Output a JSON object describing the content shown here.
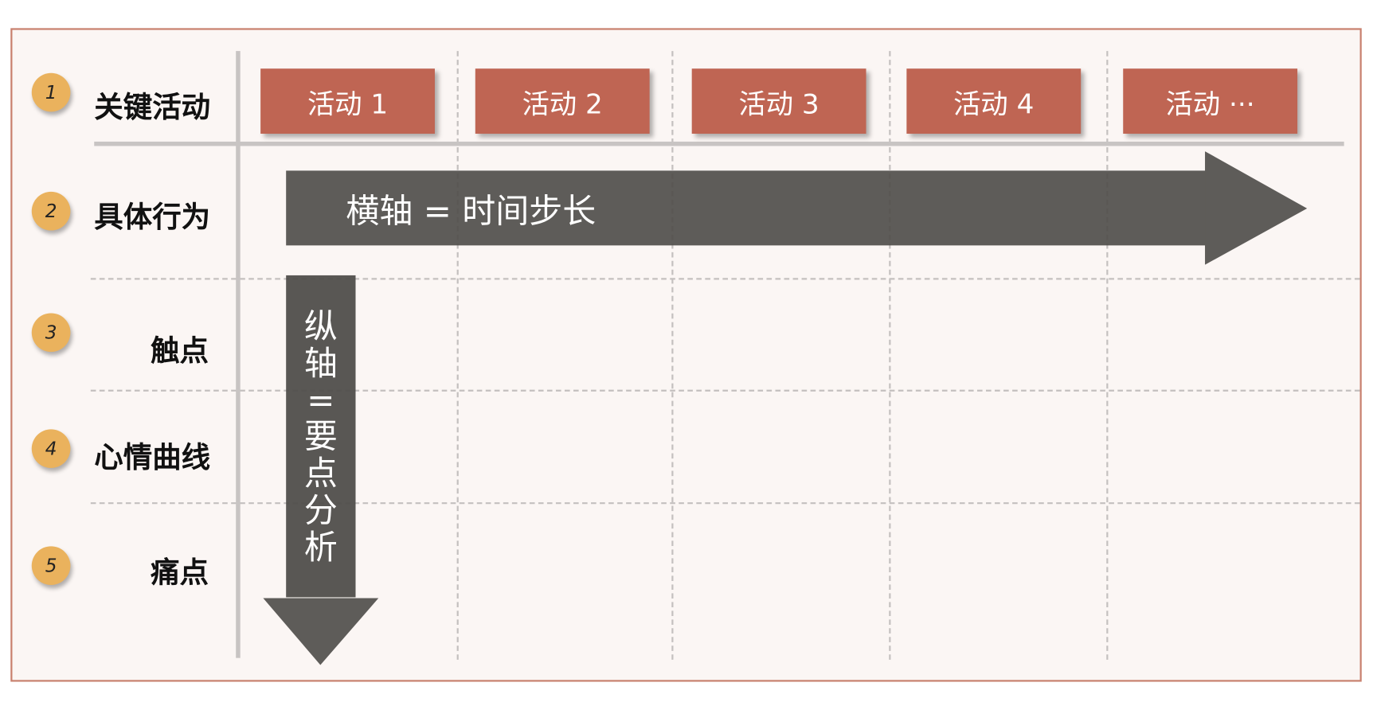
{
  "rows": [
    {
      "num": "1",
      "label": "关键活动"
    },
    {
      "num": "2",
      "label": "具体行为"
    },
    {
      "num": "3",
      "label": "触点"
    },
    {
      "num": "4",
      "label": "心情曲线"
    },
    {
      "num": "5",
      "label": "痛点"
    }
  ],
  "activities": [
    "活动 1",
    "活动 2",
    "活动 3",
    "活动 4",
    "活动 ···"
  ],
  "horizontal_axis": "横轴 = 时间步长",
  "vertical_axis": [
    "纵",
    "轴",
    "=",
    "要",
    "点",
    "分",
    "析"
  ],
  "colors": {
    "activity": "#bf6553",
    "badge": "#eab25d",
    "arrow": "#5e5c59",
    "border": "#c8806e"
  }
}
